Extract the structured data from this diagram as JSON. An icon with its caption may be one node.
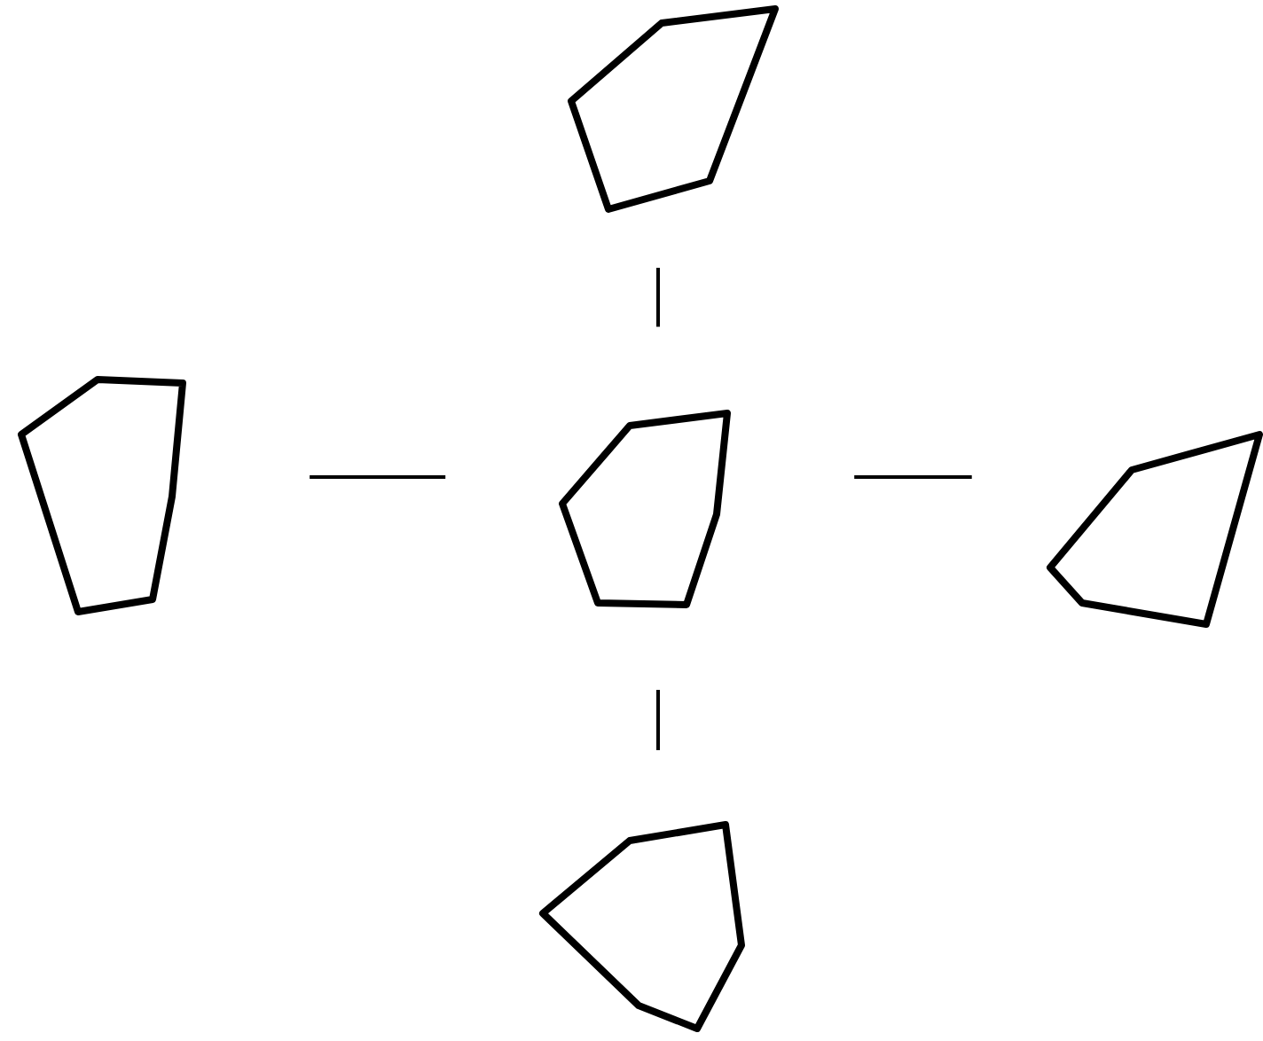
{
  "diagram": {
    "nodes": [
      {
        "text": [],
        "shape": "polygon"
      },
      {
        "text": [],
        "shape": "polygon"
      },
      {
        "text": [],
        "shape": "polygon"
      },
      {
        "text": [],
        "shape": "polygon"
      },
      {
        "text": [],
        "shape": "polygon"
      }
    ],
    "edges": [
      {
        "from": 2,
        "to": 0,
        "arrow": "none"
      },
      {
        "from": 2,
        "to": 1,
        "arrow": "none"
      },
      {
        "from": 2,
        "to": 3,
        "arrow": "none"
      },
      {
        "from": 2,
        "to": 4,
        "arrow": "none"
      }
    ]
  }
}
